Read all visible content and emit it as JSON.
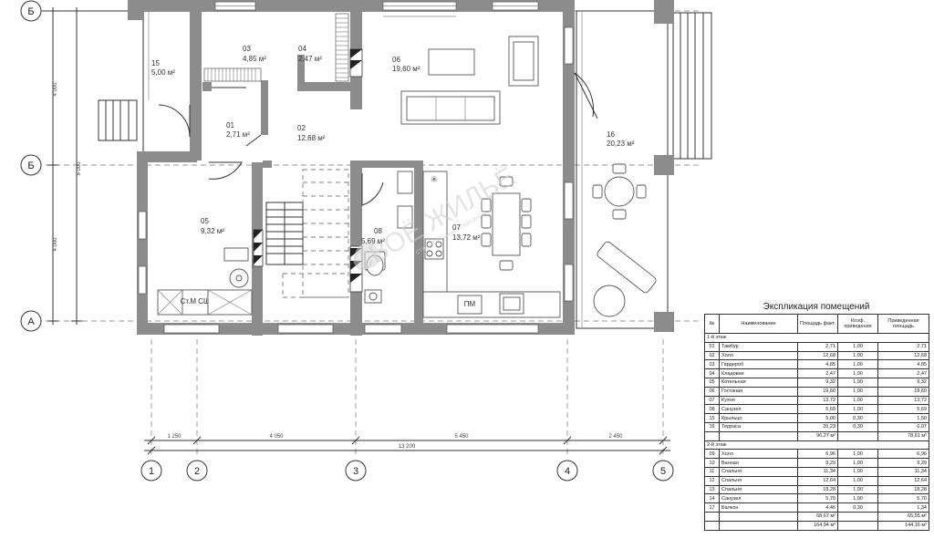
{
  "rooms": [
    {
      "num": "01",
      "area": "2,71 м²"
    },
    {
      "num": "02",
      "area": "12,68 м²"
    },
    {
      "num": "03",
      "area": "4,85 м²"
    },
    {
      "num": "04",
      "area": "2,47 м²"
    },
    {
      "num": "05",
      "area": "9,32 м²"
    },
    {
      "num": "06",
      "area": "19,60 м²"
    },
    {
      "num": "07",
      "area": "13,72 м²"
    },
    {
      "num": "08",
      "area": "5,69 м²"
    },
    {
      "num": "15",
      "area": "5,00 м²"
    },
    {
      "num": "16",
      "area": "20,23 м²"
    }
  ],
  "fixture_labels": {
    "boiler_label": "Ст.М СШ",
    "pm_label": "ПМ"
  },
  "axes": {
    "horizontal": [
      "Б",
      "Б",
      "А"
    ],
    "vertical": [
      "1",
      "2",
      "3",
      "4",
      "5"
    ]
  },
  "dimensions": {
    "vertical": [
      "4 000",
      "8 000",
      "4 000"
    ],
    "horizontal": [
      "1 250",
      "4 050",
      "5 450",
      "2 450"
    ],
    "total": "13 200"
  },
  "watermark": {
    "text": "СВОЁ ЖИЛЬЁ",
    "sub": "строительная компания"
  },
  "explication": {
    "title": "Экспликация помещений",
    "headers": [
      "№",
      "Наименование",
      "Площадь факт.",
      "Коэф. приведения",
      "Приведенная площадь"
    ],
    "floor1_title": "1-й этаж",
    "floor1": [
      [
        "01",
        "Тамбур",
        "2,71",
        "1,00",
        "2,71"
      ],
      [
        "02",
        "Холл",
        "12,68",
        "1,00",
        "12,68"
      ],
      [
        "03",
        "Гардероб",
        "4,85",
        "1,00",
        "4,85"
      ],
      [
        "04",
        "Кладовая",
        "2,47",
        "1,00",
        "2,47"
      ],
      [
        "05",
        "Котельная",
        "9,32",
        "1,00",
        "9,32"
      ],
      [
        "06",
        "Гостиная",
        "19,60",
        "1,00",
        "19,60"
      ],
      [
        "07",
        "Кухня",
        "13,72",
        "1,00",
        "13,72"
      ],
      [
        "08",
        "Санузел",
        "5,69",
        "1,00",
        "5,69"
      ],
      [
        "15",
        "Крыльцо",
        "5,00",
        "0,30",
        "1,50"
      ],
      [
        "16",
        "Терраса",
        "20,23",
        "0,30",
        "6,07"
      ]
    ],
    "floor1_total": {
      "fact": "96,27 м²",
      "reduced": "78,61 м²"
    },
    "floor2_title": "2-й этаж",
    "floor2": [
      [
        "09",
        "Холл",
        "6,96",
        "1,00",
        "6,96"
      ],
      [
        "10",
        "Ванная",
        "9,29",
        "1,00",
        "9,29"
      ],
      [
        "11",
        "Спальня",
        "11,34",
        "1,00",
        "11,34"
      ],
      [
        "12",
        "Спальня",
        "12,64",
        "1,00",
        "12,64"
      ],
      [
        "13",
        "Спальня",
        "18,28",
        "1,00",
        "18,28"
      ],
      [
        "14",
        "Санузел",
        "5,70",
        "1,00",
        "5,70"
      ],
      [
        "17",
        "Балкон",
        "4,46",
        "0,30",
        "1,34"
      ]
    ],
    "floor2_total": {
      "fact": "68,67 м²",
      "reduced": "65,55 м²"
    },
    "grand_total": {
      "fact": "164,94 м²",
      "reduced": "144,16 м²"
    }
  }
}
